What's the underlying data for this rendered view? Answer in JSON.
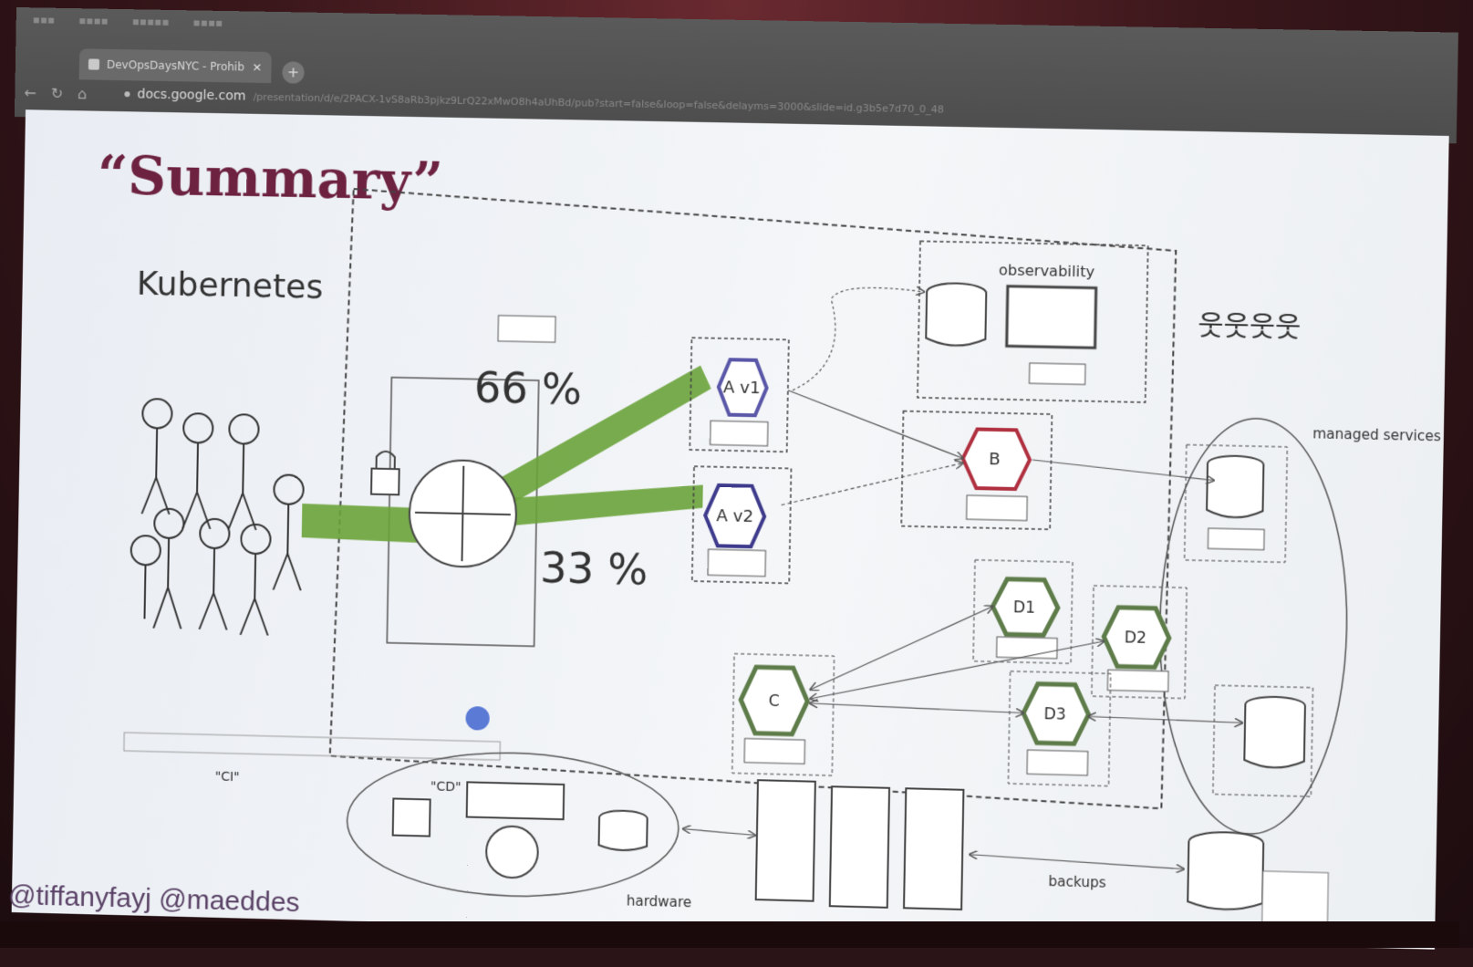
{
  "browser": {
    "tab_title": "DevOpsDaysNYC - Prohibitio",
    "tab_close": "×",
    "new_tab": "+",
    "url_host": "docs.google.com",
    "url_rest": "/presentation/d/e/2PACX-1vS8aRb3pjkz9LrQ22xMwO8h4aUhBd/pub?start=false&loop=false&delayms=3000&slide=id.g3b5e7d70_0_48",
    "back_icon": "back-arrow-icon",
    "forward_icon": "forward-arrow-icon",
    "reload_icon": "reload-icon",
    "home_icon": "home-icon"
  },
  "slide": {
    "title": "“Summary”",
    "kubernetes": "Kubernetes",
    "pct_66": "66 %",
    "pct_33": "33 %",
    "a_v1": "A v1",
    "a_v2": "A v2",
    "b": "B",
    "c": "C",
    "d1": "D1",
    "d2": "D2",
    "d3": "D3",
    "observability": "observability",
    "managed_services": "managed services",
    "hardware": "hardware",
    "backups": "backups",
    "ci": "\"CI\"",
    "cd": "\"CD\"",
    "credits": "@tiffanyfayj @maeddes",
    "colors": {
      "title": "#6d2240",
      "traffic": "#6aa33a",
      "av1": "#5a57a8",
      "av2": "#3e3a8c",
      "b": "#b03040",
      "d": "#5e7c49"
    }
  }
}
